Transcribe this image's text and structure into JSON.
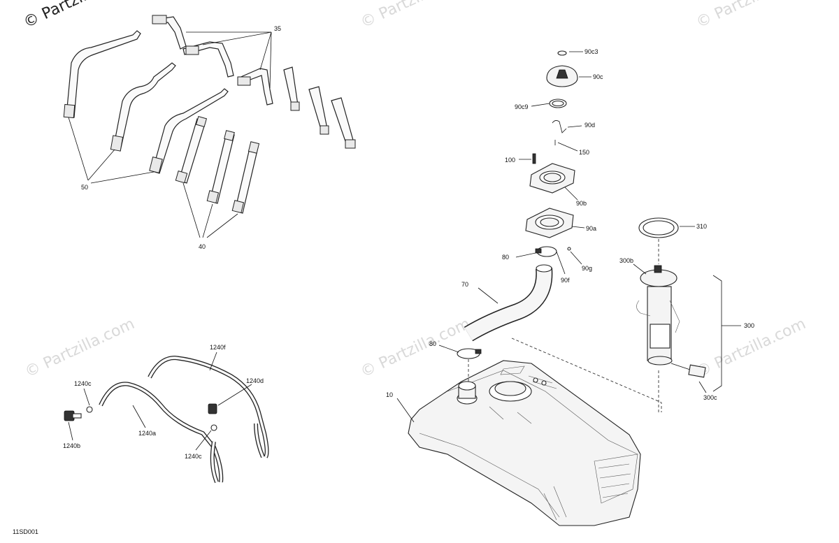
{
  "figure_code": "11SD001",
  "watermarks": [
    "© Partzilla.com",
    "© Partzilla.com",
    "© Partzilla.com",
    "© Partzilla.com",
    "© Partzilla.com",
    "© Partzilla.com"
  ],
  "callouts": {
    "c35": "35",
    "c50": "50",
    "c40": "40",
    "c90c3": "90c3",
    "c90c": "90c",
    "c90c9": "90c9",
    "c90d": "90d",
    "c150": "150",
    "c100": "100",
    "c90b": "90b",
    "c90a": "90a",
    "c80a": "80",
    "c90g": "90g",
    "c90f": "90f",
    "c70": "70",
    "c80b": "80",
    "c10": "10",
    "c310": "310",
    "c300b": "300b",
    "c300": "300",
    "c300c": "300c",
    "c1240f": "1240f",
    "c1240c_a": "1240c",
    "c1240d": "1240d",
    "c1240b": "1240b",
    "c1240a": "1240a",
    "c1240c_b": "1240c"
  }
}
